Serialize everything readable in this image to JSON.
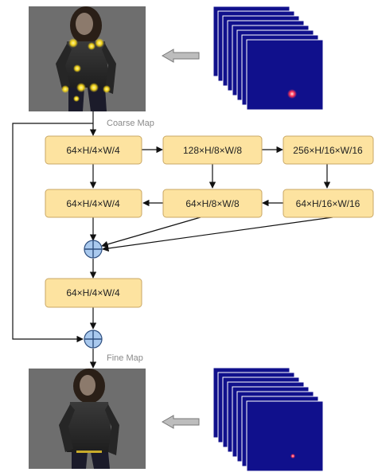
{
  "captions": {
    "coarse": "Coarse Map",
    "fine": "Fine Map"
  },
  "blocks": {
    "r1c1": "64×H/4×W/4",
    "r1c2": "128×H/8×W/8",
    "r1c3": "256×H/16×W/16",
    "r2c1": "64×H/4×W/4",
    "r2c2": "64×H/8×W/8",
    "r2c3": "64×H/16×W/16",
    "r3c1": "64×H/4×W/4"
  },
  "images": {
    "top_photo": "person-photo-with-coarse-heatmap",
    "bottom_photo": "person-photo-with-fine-heatmap",
    "heatmap_stack_color": "#10108c",
    "heatmap_highlight_color": "#ff3355"
  },
  "icons": {
    "sum": "plus-circle-icon",
    "flow_arrow": "gray-left-arrow-icon"
  }
}
